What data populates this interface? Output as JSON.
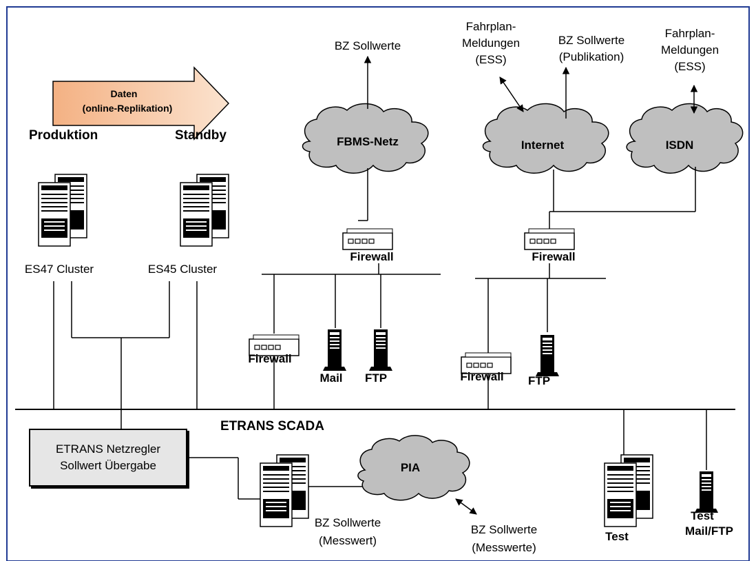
{
  "arrow": {
    "line1": "Daten",
    "line2": "(online-Replikation)"
  },
  "sites": {
    "production": "Produktion",
    "standby": "Standby"
  },
  "clusters": {
    "es47": "ES47 Cluster",
    "es45": "ES45 Cluster"
  },
  "clouds": {
    "fbms": "FBMS-Netz",
    "internet": "Internet",
    "isdn": "ISDN",
    "pia": "PIA"
  },
  "ext": {
    "bz1": "BZ Sollwerte",
    "fp1_a": "Fahrplan-",
    "fp1_b": "Meldungen",
    "fp1_c": "(ESS)",
    "bz2_a": "BZ Sollwerte",
    "bz2_b": "(Publikation)",
    "fp2_a": "Fahrplan-",
    "fp2_b": "Meldungen",
    "fp2_c": "(ESS)"
  },
  "devices": {
    "fw1": "Firewall",
    "fw2": "Firewall",
    "fw3": "Firewall",
    "fw4": "Firewall",
    "mail": "Mail",
    "ftp1": "FTP",
    "ftp2": "FTP",
    "test": "Test",
    "testmail_a": "Test",
    "testmail_b": "Mail/FTP"
  },
  "bus": "ETRANS SCADA",
  "netzregler": {
    "line1": "ETRANS Netzregler",
    "line2": "Sollwert Übergabe"
  },
  "pia": {
    "mw_a": "BZ Sollwerte",
    "mw_b": "(Messwert)",
    "mws_a": "BZ Sollwerte",
    "mws_b": "(Messwerte)"
  }
}
